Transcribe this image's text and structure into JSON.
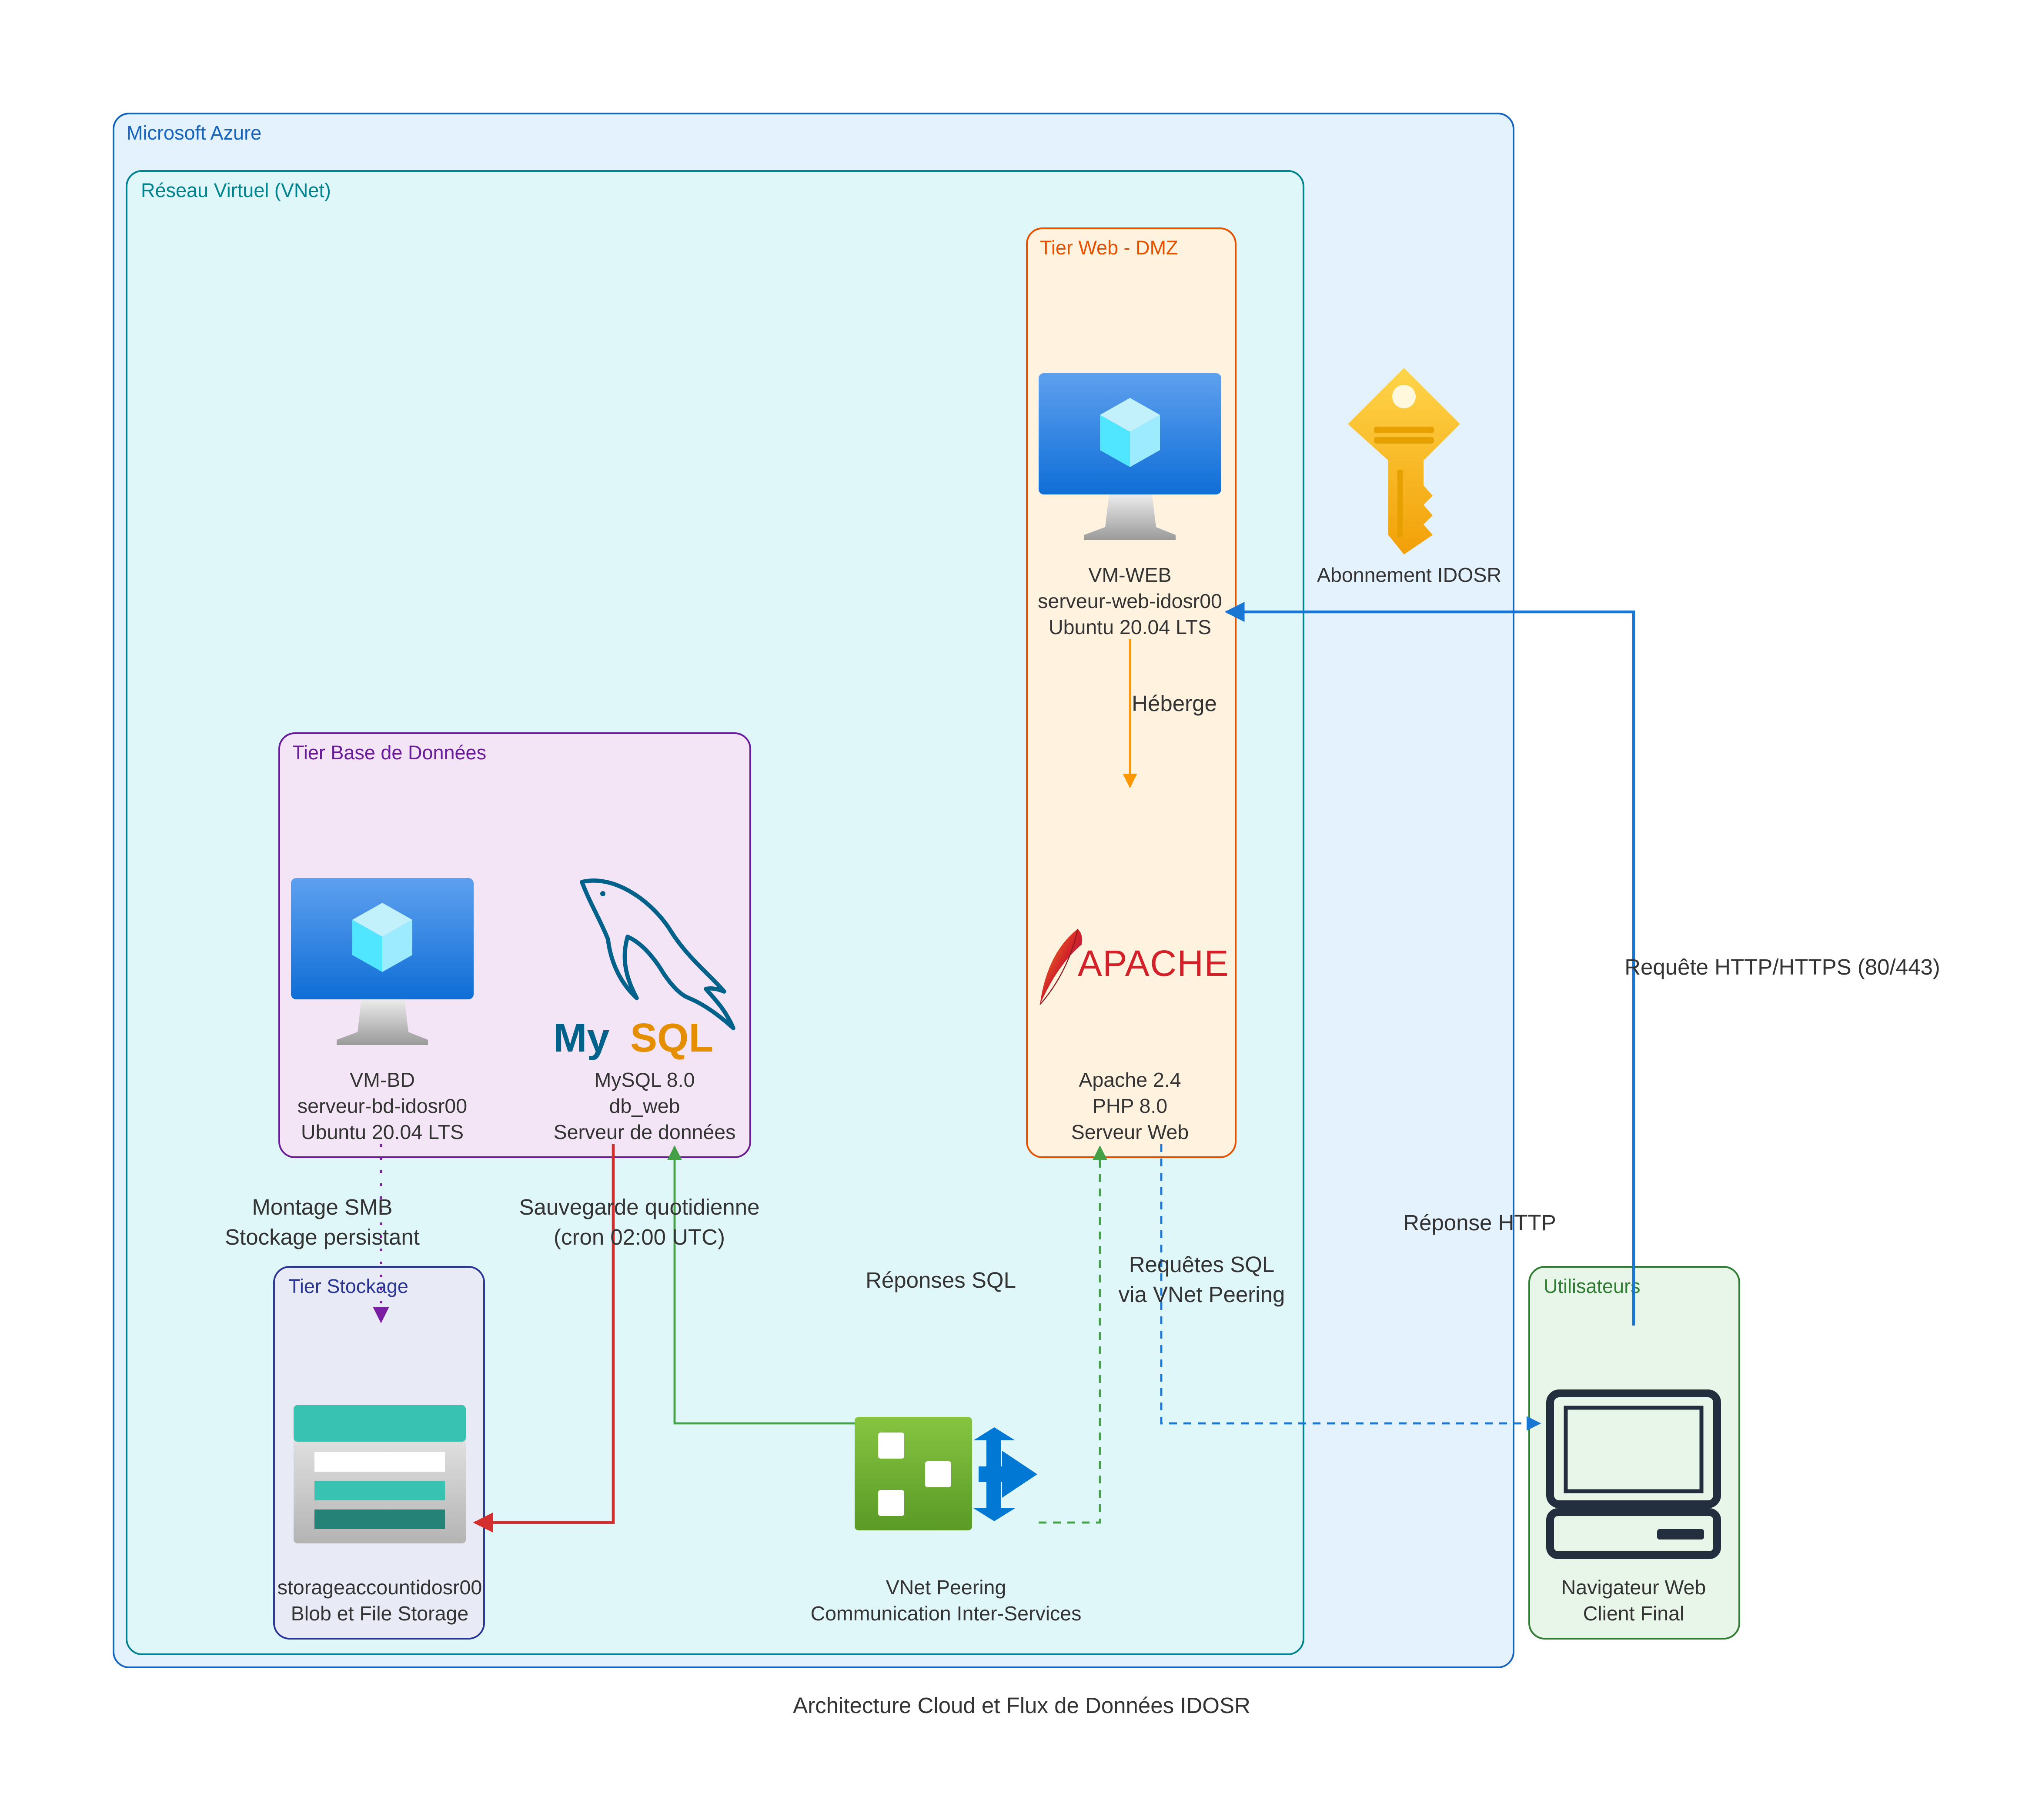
{
  "title": "Architecture Cloud et Flux de Données IDOSR",
  "clusters": {
    "azure": "Microsoft Azure",
    "vnet": "Réseau Virtuel (VNet)",
    "web_tier": "Tier Web - DMZ",
    "db_tier": "Tier Base de Données",
    "storage_tier": "Tier Stockage",
    "users": "Utilisateurs"
  },
  "nodes": {
    "subscription": {
      "label": [
        "Abonnement IDOSR"
      ],
      "icon": "key-icon"
    },
    "vm_web": {
      "label": [
        "VM-WEB",
        "serveur-web-idosr00",
        "Ubuntu 20.04 LTS"
      ],
      "icon": "virtual-machine-icon"
    },
    "apache": {
      "logo": "APACHE",
      "label": [
        "Apache 2.4",
        "PHP 8.0",
        "Serveur Web"
      ],
      "icon": "apache-feather-icon"
    },
    "vm_bd": {
      "label": [
        "VM-BD",
        "serveur-bd-idosr00",
        "Ubuntu 20.04 LTS"
      ],
      "icon": "virtual-machine-icon"
    },
    "mysql": {
      "logo_a": "My",
      "logo_b": "SQL",
      "label": [
        "MySQL 8.0",
        "db_web",
        "Serveur de données"
      ],
      "icon": "mysql-dolphin-icon"
    },
    "storage": {
      "label": [
        "storageaccountidosr00",
        "Blob et File Storage"
      ],
      "icon": "storage-account-icon"
    },
    "peering": {
      "label": [
        "VNet Peering",
        "Communication Inter-Services"
      ],
      "icon": "vnet-peering-icon"
    },
    "browser": {
      "label": [
        "Navigateur Web",
        "Client Final"
      ],
      "icon": "computer-icon"
    }
  },
  "edges": {
    "heberge": [
      "Héberge"
    ],
    "http_request": [
      "Requête HTTP/HTTPS (80/443)"
    ],
    "http_response": [
      "Réponse HTTP"
    ],
    "smb": [
      "Montage SMB",
      "Stockage persistant"
    ],
    "backup": [
      "Sauvegarde quotidienne",
      "(cron 02:00 UTC)"
    ],
    "sql_responses": [
      "Réponses SQL"
    ],
    "sql_requests": [
      "Requêtes SQL",
      "via VNet Peering"
    ]
  },
  "colors": {
    "azure_border": "#1565c0",
    "azure_fill": "#e3f2fd",
    "vnet_border": "#00838f",
    "vnet_fill": "#e0f7fa",
    "web_border": "#e65100",
    "web_fill": "#fff3e0",
    "db_border": "#6a1b9a",
    "db_fill": "#f3e5f5",
    "storage_border": "#283593",
    "storage_fill": "#e8eaf6",
    "users_border": "#2e7d32",
    "users_fill": "#e8f5e9",
    "edge_http": "#1976d2",
    "edge_heberge": "#ff9800",
    "edge_smb": "#7b1fa2",
    "edge_backup": "#d32f2f",
    "edge_sql": "#43a047",
    "edge_sql_req": "#1976d2"
  }
}
